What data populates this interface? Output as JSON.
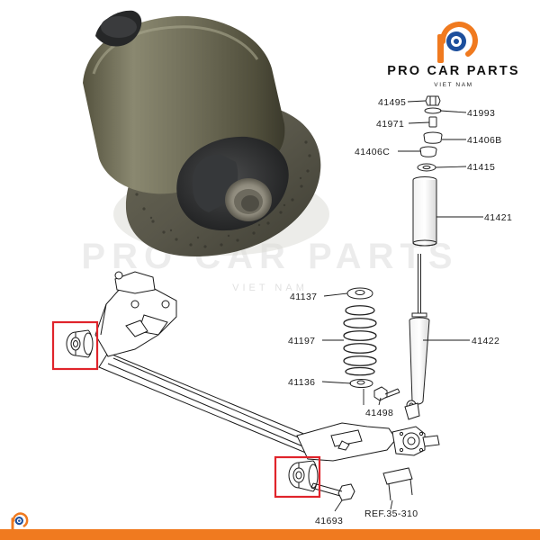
{
  "brand": {
    "name": "PRO CAR PARTS",
    "subtitle": "VIET NAM"
  },
  "watermark": {
    "text": "PRO CAR PARTS",
    "subtitle": "VIET NAM"
  },
  "part_labels": {
    "p41495": "41495",
    "p41993": "41993",
    "p41971": "41971",
    "p41406b": "41406B",
    "p41406c": "41406C",
    "p41415": "41415",
    "p41421": "41421",
    "p41137": "41137",
    "p41197": "41197",
    "p41422": "41422",
    "p41136": "41136",
    "p41498": "41498",
    "p41693": "41693",
    "ref": "REF.35-310"
  },
  "colors": {
    "brand_orange": "#f07a1f",
    "brand_blue": "#1d4f9c",
    "highlight_red": "#e0242b",
    "rubber_dark": "#2c2e30",
    "metal_olive": "#7d7b63"
  }
}
